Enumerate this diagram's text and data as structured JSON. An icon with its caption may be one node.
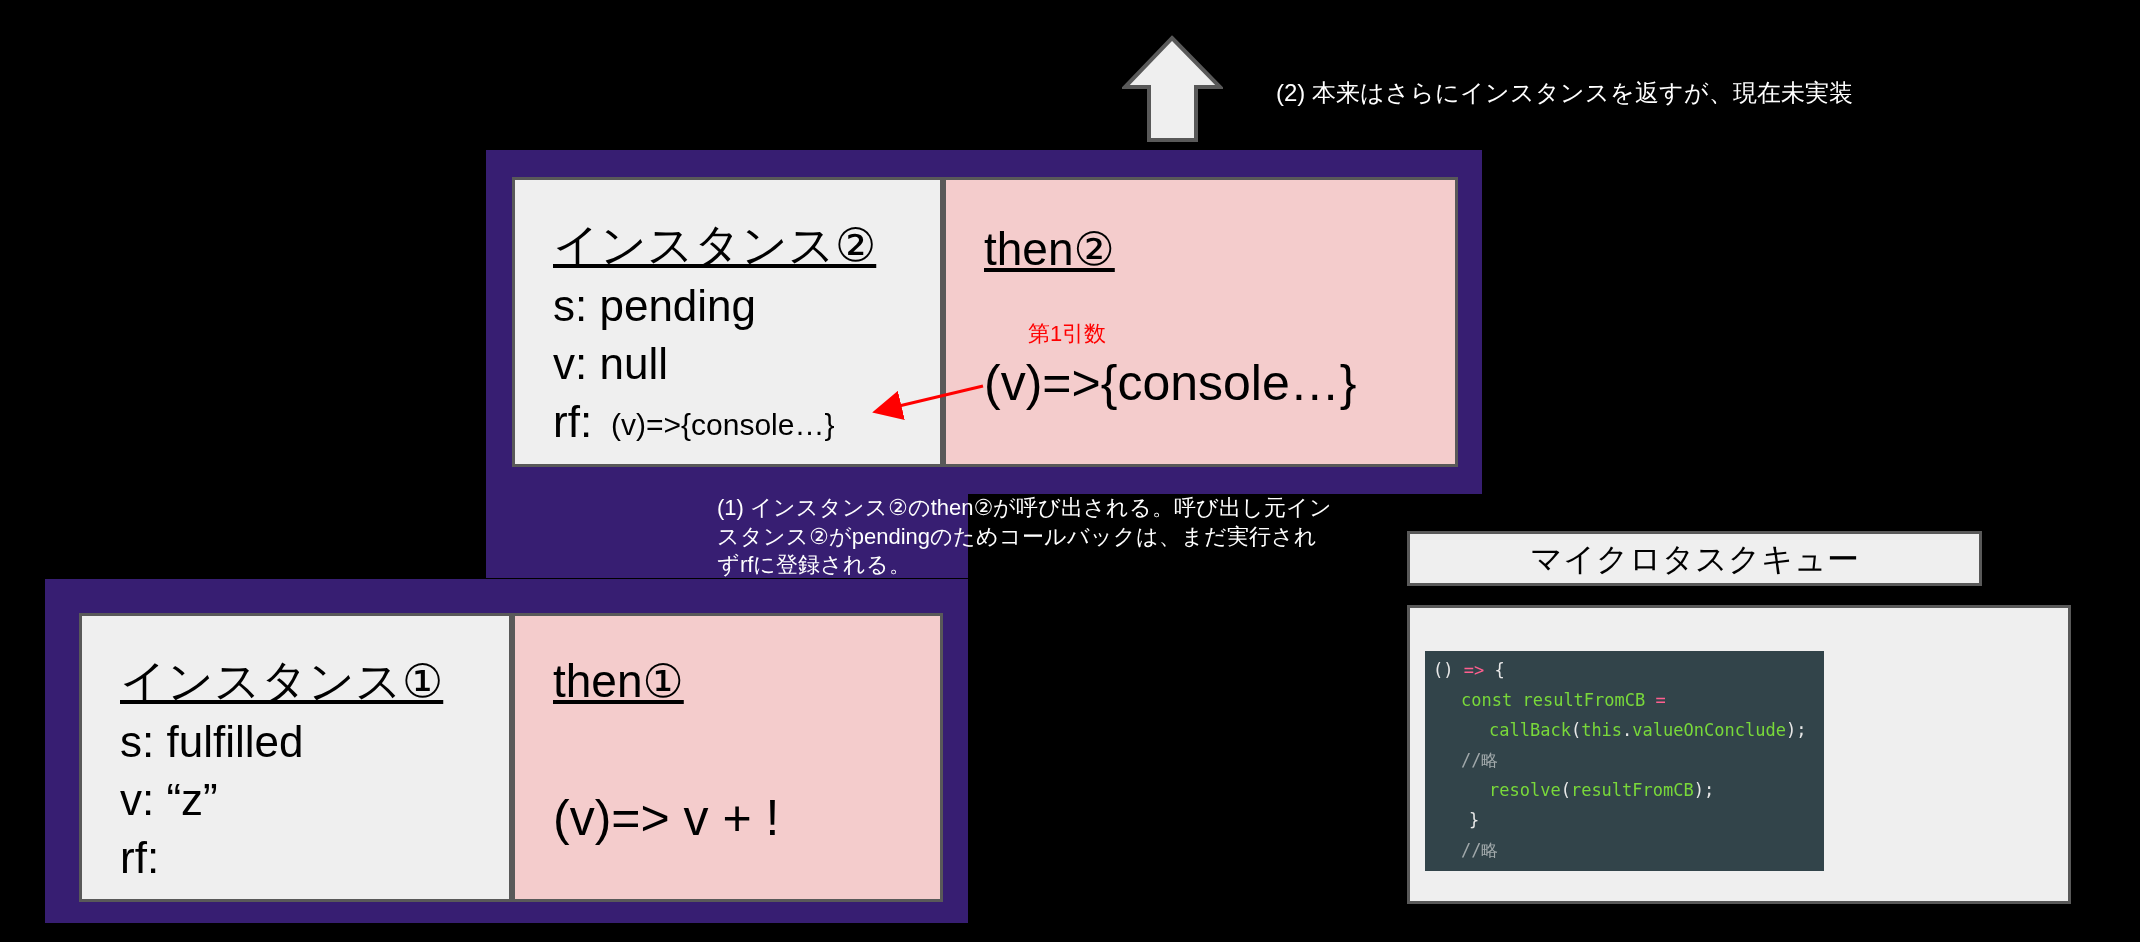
{
  "diagram": {
    "nodes": [
      {
        "text": [],
        "shape": "arrow",
        "beside": [
          "(2) 本来はさらにインスタンスを返すが、現在未実装"
        ]
      },
      {
        "text": [],
        "shape": "box"
      },
      {
        "text": [
          "インスタンス②",
          "s: pending",
          "v: null",
          "rf:",
          "(v)=>{console…}"
        ],
        "in": 1
      },
      {
        "text": [
          "then②",
          "第1引数",
          "(v)=>{console…}"
        ],
        "in": 1
      },
      {
        "text": [],
        "shape": "box"
      },
      {
        "text": [
          "インスタンス①",
          "s: fulfilled",
          "v: “z”",
          "rf:"
        ],
        "in": 4
      },
      {
        "text": [
          "then①",
          "(v)=> v + !"
        ],
        "in": 4
      },
      {
        "text": [
          "マイクロタスクキュー"
        ]
      },
      {
        "text": [],
        "shape": "box"
      },
      {
        "text": [
          "() => {",
          "const resultFromCB =",
          "callBack(this.valueOnConclude);",
          "//略",
          "resolve(resultFromCB);",
          "}",
          "//略"
        ],
        "in": 8
      }
    ],
    "edges": [
      {
        "from": 3,
        "to": 2,
        "arrow": "to",
        "color": "#ff0000"
      }
    ],
    "labels": [
      "(1) インスタンス②のthen②が呼び出される。呼び出し元インスタンス②がpendingのためコールバックは、まだ実行されずrfに登録される。"
    ]
  }
}
